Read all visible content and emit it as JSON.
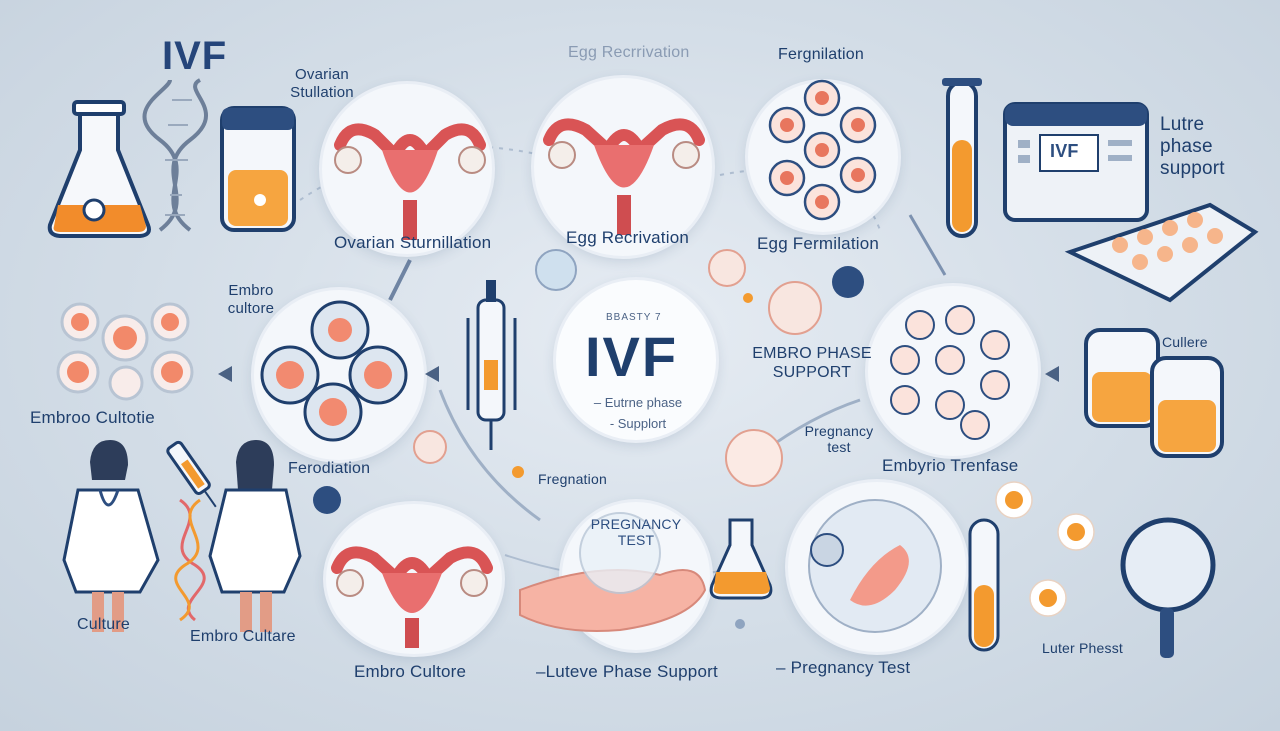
{
  "title": "IVF",
  "labels": {
    "ovarian_stim_small": "Ovarian Stullation",
    "egg_retrieval_top": "Egg Recrrivation",
    "fertilization_top": "Fergnilation",
    "luteal_top": "Lutre phase support",
    "ovarian_stim": "Ovarian Sturnillation",
    "egg_retrieval": "Egg Recrivation",
    "egg_fertilization": "Egg Fermilation",
    "embryo_culture_small": "Embro cultore",
    "embryo_culture_left": "Embroo Cultotie",
    "ferodiation": "Ferodiation",
    "fregnation": "Fregnation",
    "embryo_phase": "Embro phase support",
    "pregnancy_small": "Pregnancy test",
    "embryo_transfer": "Embyrio Trenfase",
    "culture_right": "Cullere",
    "culture_bottom": "Culture",
    "embro_cultare": "Embro Cultare",
    "embro_cultore_bottom": "Embro Cultore",
    "luteve_phase": "–Luteve Phase Support",
    "pregnancy_test": "– Pregnancy Test",
    "luter_phase": "Luter  Phesst",
    "center_small": "BBASTY 7",
    "center_title": "IVF",
    "center_sub1": "– Eutrne phase",
    "center_sub2": "- Supplort",
    "pregnancy_bubble": "Pregnancy test",
    "monitor_text": "IVF"
  },
  "colors": {
    "navy": "#1f3f6d",
    "orange": "#f08a2a",
    "uterus": "#e2686a",
    "pink": "#f4a49a",
    "background": "#d3dde7"
  }
}
